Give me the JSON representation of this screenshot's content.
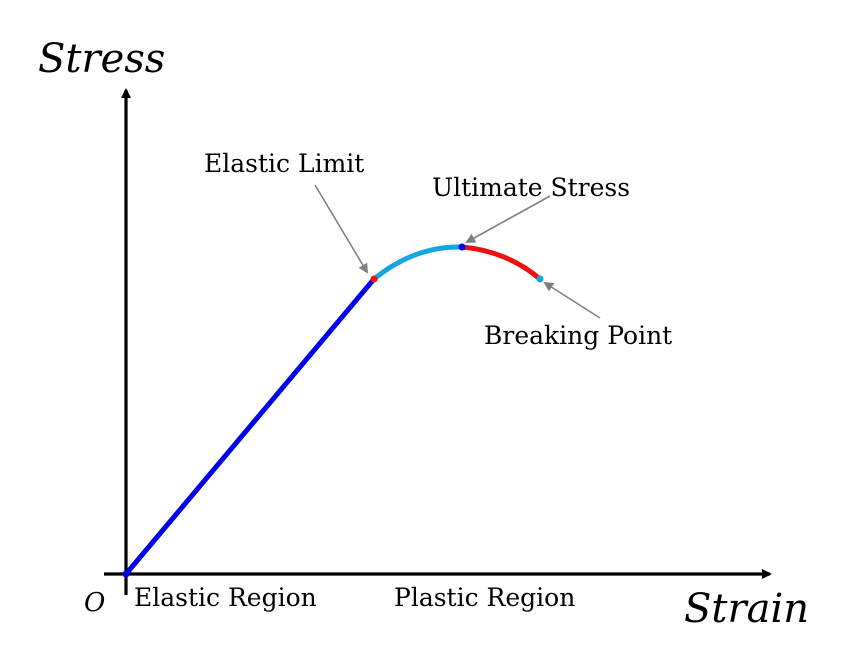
{
  "axes": {
    "y_label": "Stress",
    "x_label": "Strain",
    "origin_label": "O"
  },
  "annotations": {
    "elastic_limit": "Elastic Limit",
    "ultimate_stress": "Ultimate Stress",
    "breaking_point": "Breaking Point"
  },
  "regions": {
    "elastic": "Elastic Region",
    "plastic": "Plastic Region"
  },
  "colors": {
    "elastic_line": "#0000ee",
    "plastic_rise": "#16a6df",
    "plastic_fall": "#ee1111",
    "axis": "#000000",
    "arrow": "#808080",
    "elastic_limit_point": "#ee1111",
    "ultimate_point": "#0000ee",
    "breaking_point_marker": "#16a6df"
  }
}
